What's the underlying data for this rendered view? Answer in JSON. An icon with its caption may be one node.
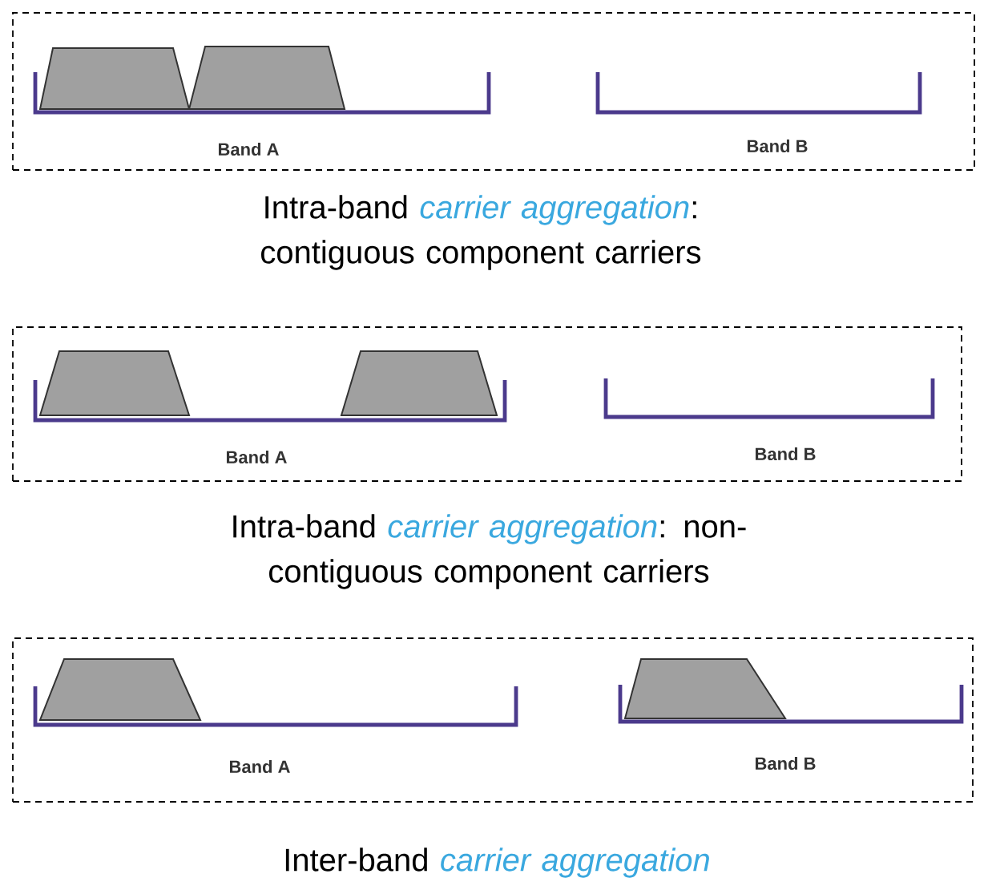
{
  "diagram": {
    "nodes": [
      {
        "text": [
          "Band A",
          "Band B"
        ]
      },
      {
        "text": [
          "Band A",
          "Band B"
        ]
      },
      {
        "text": [
          "Band A",
          "Band B"
        ]
      }
    ],
    "labels": [
      "Intra-band *carrier aggregation*: contiguous component carriers",
      "Intra-band *carrier aggregation*:  non-contiguous component carriers",
      "Inter-band *carrier aggregation*"
    ]
  }
}
